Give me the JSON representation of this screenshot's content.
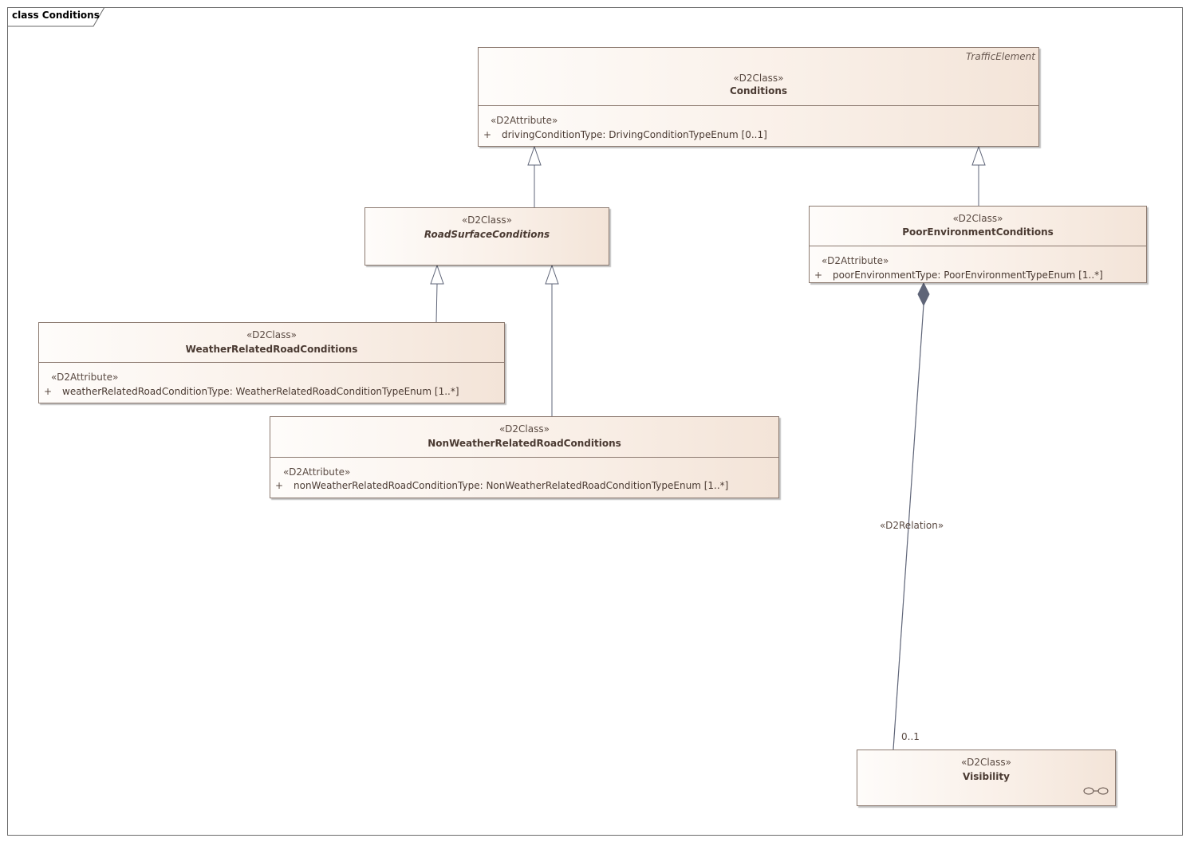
{
  "frame": {
    "title": "class Conditions"
  },
  "classes": {
    "conditions": {
      "stereotype": "«D2Class»",
      "name": "Conditions",
      "parent": "TrafficElement",
      "attr_stereotype": "«D2Attribute»",
      "attr_visibility": "+",
      "attribute": "drivingConditionType: DrivingConditionTypeEnum [0..1]"
    },
    "road_surface": {
      "stereotype": "«D2Class»",
      "name": "RoadSurfaceConditions"
    },
    "poor_env": {
      "stereotype": "«D2Class»",
      "name": "PoorEnvironmentConditions",
      "attr_stereotype": "«D2Attribute»",
      "attr_visibility": "+",
      "attribute": "poorEnvironmentType: PoorEnvironmentTypeEnum [1..*]"
    },
    "weather_related": {
      "stereotype": "«D2Class»",
      "name": "WeatherRelatedRoadConditions",
      "attr_stereotype": "«D2Attribute»",
      "attr_visibility": "+",
      "attribute": "weatherRelatedRoadConditionType: WeatherRelatedRoadConditionTypeEnum [1..*]"
    },
    "non_weather_related": {
      "stereotype": "«D2Class»",
      "name": "NonWeatherRelatedRoadConditions",
      "attr_stereotype": "«D2Attribute»",
      "attr_visibility": "+",
      "attribute": "nonWeatherRelatedRoadConditionType: NonWeatherRelatedRoadConditionTypeEnum [1..*]"
    },
    "visibility": {
      "stereotype": "«D2Class»",
      "name": "Visibility",
      "icon": "link-icon"
    }
  },
  "relations": {
    "composition_stereotype": "«D2Relation»",
    "composition_multiplicity": "0..1"
  },
  "colors": {
    "box_border": "#8c7a70",
    "box_fill_light": "#fefcfa",
    "box_fill_dark": "#f3e4d8",
    "connector": "#5f6578",
    "diamond": "#5f6578"
  }
}
